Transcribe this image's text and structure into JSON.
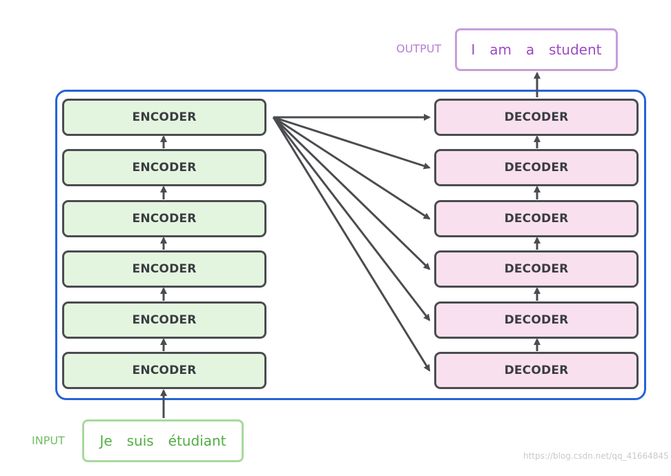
{
  "encoders": [
    "ENCODER",
    "ENCODER",
    "ENCODER",
    "ENCODER",
    "ENCODER",
    "ENCODER"
  ],
  "decoders": [
    "DECODER",
    "DECODER",
    "DECODER",
    "DECODER",
    "DECODER",
    "DECODER"
  ],
  "input": {
    "label": "INPUT",
    "words": [
      "Je",
      "suis",
      "étudiant"
    ]
  },
  "output": {
    "label": "OUTPUT",
    "words": [
      "I",
      "am",
      "a",
      "student"
    ]
  },
  "watermark": "https://blog.csdn.net/qq_41664845",
  "colors": {
    "container_border": "#2563d6",
    "encoder_fill": "#e3f5df",
    "decoder_fill": "#f9e0ee",
    "box_border": "#4a4c50",
    "arrow": "#4a4c50",
    "input": "#52ad44",
    "output": "#9c49c4"
  }
}
